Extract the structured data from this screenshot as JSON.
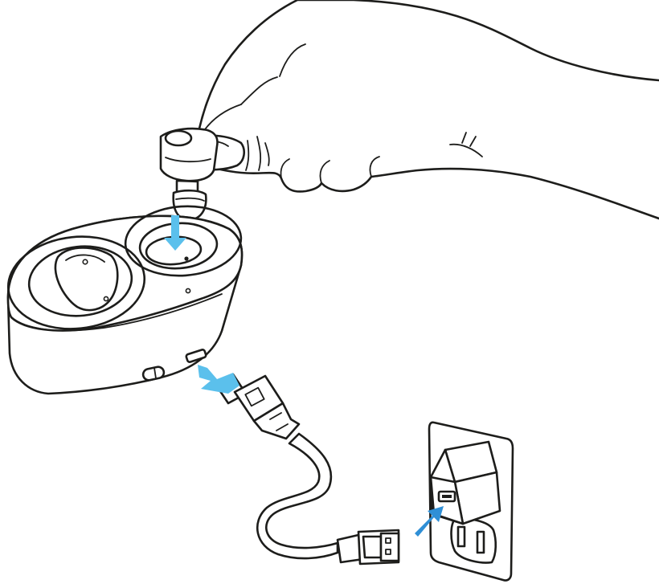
{
  "illustration": {
    "subject": "",
    "colors": {
      "line": "#1d1d1b",
      "background": "#ffffff",
      "arrow_light": "#5bc0ec",
      "arrow_dark": "#2f8fd6"
    },
    "icons": [
      "hand",
      "earbud",
      "charging-case",
      "micro-usb-cable",
      "usb-wall-adapter",
      "wall-outlet",
      "arrow"
    ]
  }
}
